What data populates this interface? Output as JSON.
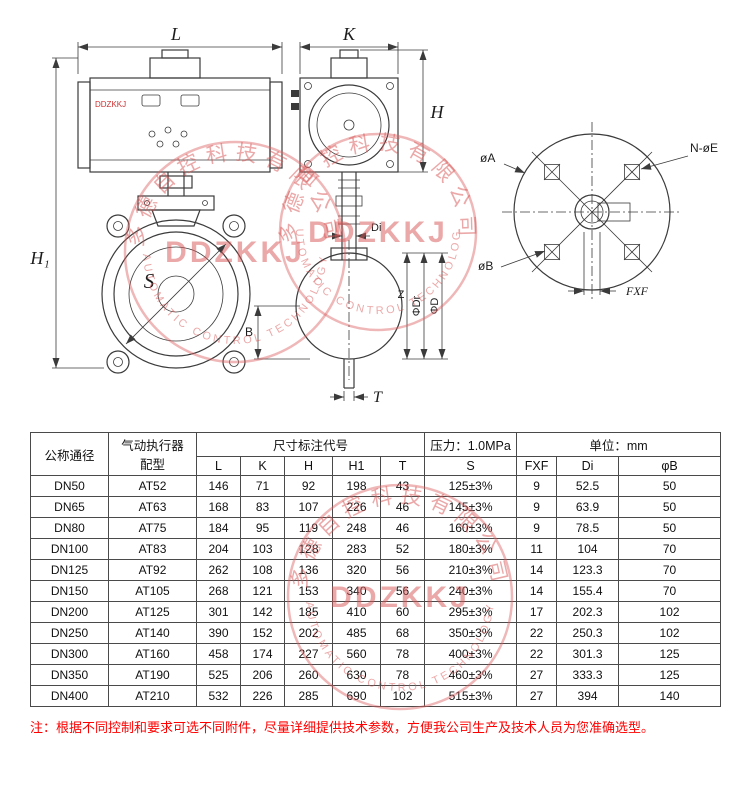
{
  "drawings": {
    "front_view": {
      "dim_L": "L",
      "dim_H1": "H₁",
      "dim_S": "S",
      "brand": "DDZKKJ"
    },
    "side_view": {
      "dim_K": "K",
      "dim_H": "H",
      "dim_Di": "Di",
      "dim_Z": "Z",
      "dim_PhiDr": "ΦDr",
      "dim_PhiD": "ΦD",
      "dim_B": "B",
      "dim_T": "T"
    },
    "flange_view": {
      "dim_A": "øA",
      "dim_NE": "N-øE",
      "dim_B": "øB",
      "dim_F": "FXF"
    },
    "watermark": {
      "brand": "DDZKKJ",
      "arc_cn": "多德自控科技有限公司",
      "arc_en": "AUTOMATIC CONTROL TECHNOLOGY"
    }
  },
  "table": {
    "header": {
      "col_dn": "公称通径",
      "col_actuator_line1": "气动执行器",
      "col_actuator_line2": "配型",
      "dims_label": "尺寸标注代号",
      "pressure_label": "压力：1.0MPa",
      "unit_label": "单位：mm",
      "sub": [
        "L",
        "K",
        "H",
        "H1",
        "T",
        "S",
        "FXF",
        "Di",
        "φB"
      ]
    },
    "rows": [
      [
        "DN50",
        "AT52",
        "146",
        "71",
        "92",
        "198",
        "43",
        "125±3%",
        "9",
        "52.5",
        "50"
      ],
      [
        "DN65",
        "AT63",
        "168",
        "83",
        "107",
        "226",
        "46",
        "145±3%",
        "9",
        "63.9",
        "50"
      ],
      [
        "DN80",
        "AT75",
        "184",
        "95",
        "119",
        "248",
        "46",
        "160±3%",
        "9",
        "78.5",
        "50"
      ],
      [
        "DN100",
        "AT83",
        "204",
        "103",
        "128",
        "283",
        "52",
        "180±3%",
        "11",
        "104",
        "70"
      ],
      [
        "DN125",
        "AT92",
        "262",
        "108",
        "136",
        "320",
        "56",
        "210±3%",
        "14",
        "123.3",
        "70"
      ],
      [
        "DN150",
        "AT105",
        "268",
        "121",
        "153",
        "340",
        "56",
        "240±3%",
        "14",
        "155.4",
        "70"
      ],
      [
        "DN200",
        "AT125",
        "301",
        "142",
        "185",
        "410",
        "60",
        "295±3%",
        "17",
        "202.3",
        "102"
      ],
      [
        "DN250",
        "AT140",
        "390",
        "152",
        "202",
        "485",
        "68",
        "350±3%",
        "22",
        "250.3",
        "102"
      ],
      [
        "DN300",
        "AT160",
        "458",
        "174",
        "227",
        "560",
        "78",
        "400±3%",
        "22",
        "301.3",
        "125"
      ],
      [
        "DN350",
        "AT190",
        "525",
        "206",
        "260",
        "630",
        "78",
        "460±3%",
        "27",
        "333.3",
        "125"
      ],
      [
        "DN400",
        "AT210",
        "532",
        "226",
        "285",
        "690",
        "102",
        "515±3%",
        "27",
        "394",
        "140"
      ]
    ]
  },
  "note": {
    "text": "注：根据不同控制和要求可选不同附件，尽量详细提供技术参数，方便我公司生产及技术人员为您准确选型。"
  }
}
